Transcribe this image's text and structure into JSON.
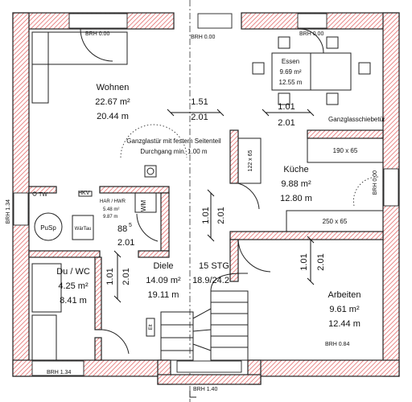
{
  "rooms": {
    "wohnen": {
      "name": "Wohnen",
      "area": "22.67 m²",
      "perimeter": "20.44 m"
    },
    "essen": {
      "name": "Essen",
      "area": "9.69 m²",
      "perimeter": "12.55 m"
    },
    "kueche": {
      "name": "Küche",
      "area": "9.88 m²",
      "perimeter": "12.80 m"
    },
    "diele": {
      "name": "Diele",
      "area": "14.09 m²",
      "perimeter": "19.11 m"
    },
    "du_wc": {
      "name": "Du / WC",
      "area": "4.25 m²",
      "perimeter": "8.41 m"
    },
    "arbeiten": {
      "name": "Arbeiten",
      "area": "9.61 m²",
      "perimeter": "12.44 m"
    },
    "har": {
      "name": "HAR / HWR",
      "area": "5.48 m²",
      "perimeter": "9.87 m"
    }
  },
  "stairs": {
    "label": "15 STG",
    "ratio": "18.9/24.2"
  },
  "openings": {
    "brh_000": "BRH 0.00",
    "brh_134": "BRH 1.34",
    "brh_140": "BRH 1.40",
    "brh_084": "BRH 0.84",
    "door_151": "1.51",
    "door_201": "2.01",
    "door_101": "1.01",
    "door_885_main": "88",
    "door_885_sup": "5"
  },
  "notes": {
    "ganzglastuer_1": "Ganzglastür mit festem Seitenteil",
    "ganzglastuer_2": "Durchgang min. 1.00 m",
    "ganzglasschiebetuer": "Ganzglasschiebetür"
  },
  "fixtures": {
    "counter_top": "190 x 65",
    "counter_bottom": "250 x 65",
    "counter_side": "122 x 65",
    "tw": "TW",
    "hkv": "HKV",
    "wm": "WM",
    "pusp": "PuSp",
    "waertau": "WärTau",
    "elt": "Elt"
  },
  "colors": {
    "wall_hatch": "#e36b6b",
    "line": "#222222",
    "background": "#ffffff"
  }
}
